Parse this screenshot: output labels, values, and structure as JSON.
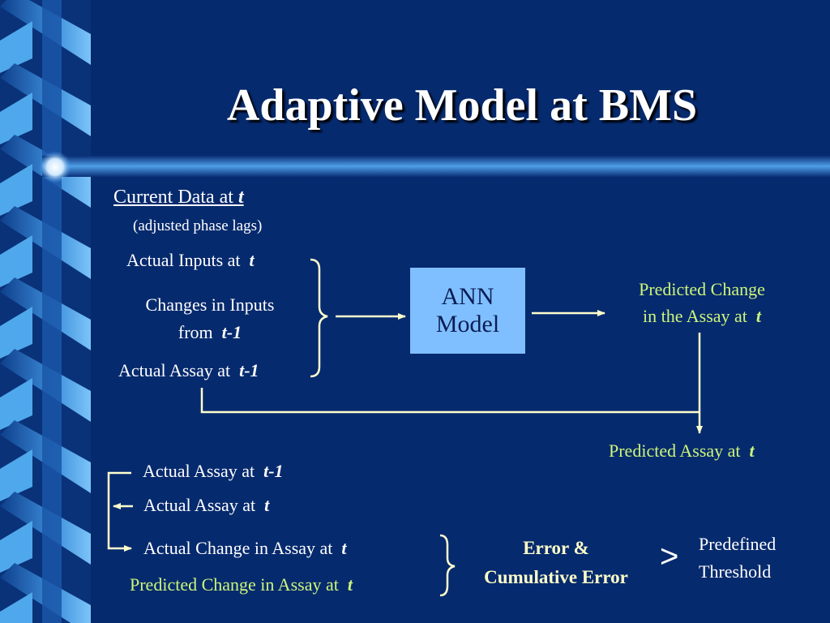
{
  "slide": {
    "title": "Adaptive Model at BMS",
    "current_data": {
      "label": "Current Data at",
      "var": "t",
      "note": "(adjusted phase lags)"
    },
    "inputs": {
      "actual_inputs": {
        "label": "Actual Inputs at",
        "var": "t"
      },
      "changes_in_inputs": {
        "line1": "Changes in Inputs",
        "line2": "from",
        "var": "t-1"
      },
      "actual_assay_prev": {
        "label": "Actual Assay at",
        "var": "t-1"
      }
    },
    "ann": {
      "line1": "ANN",
      "line2": "Model"
    },
    "predicted_change": {
      "line1": "Predicted Change",
      "line2": "in the Assay at",
      "var": "t"
    },
    "predicted_assay": {
      "label": "Predicted Assay at",
      "var": "t"
    },
    "lower": {
      "actual_assay_prev": {
        "label": "Actual Assay at",
        "var": "t-1"
      },
      "actual_assay_now": {
        "label": "Actual Assay at",
        "var": "t"
      },
      "actual_change": {
        "label": "Actual Change in Assay at",
        "var": "t"
      },
      "predicted_change": {
        "label": "Predicted Change in Assay at",
        "var": "t"
      }
    },
    "error": {
      "line1": "Error &",
      "line2": "Cumulative Error"
    },
    "comparator": ">",
    "threshold": {
      "line1": "Predefined",
      "line2": "Threshold"
    }
  },
  "colors": {
    "background": "#062a6e",
    "text_white": "#ffffff",
    "text_green": "#ccf57a",
    "connector": "#ffffcc",
    "ann_box": "#80bfff",
    "stripe_light": "#4fa8ec"
  }
}
